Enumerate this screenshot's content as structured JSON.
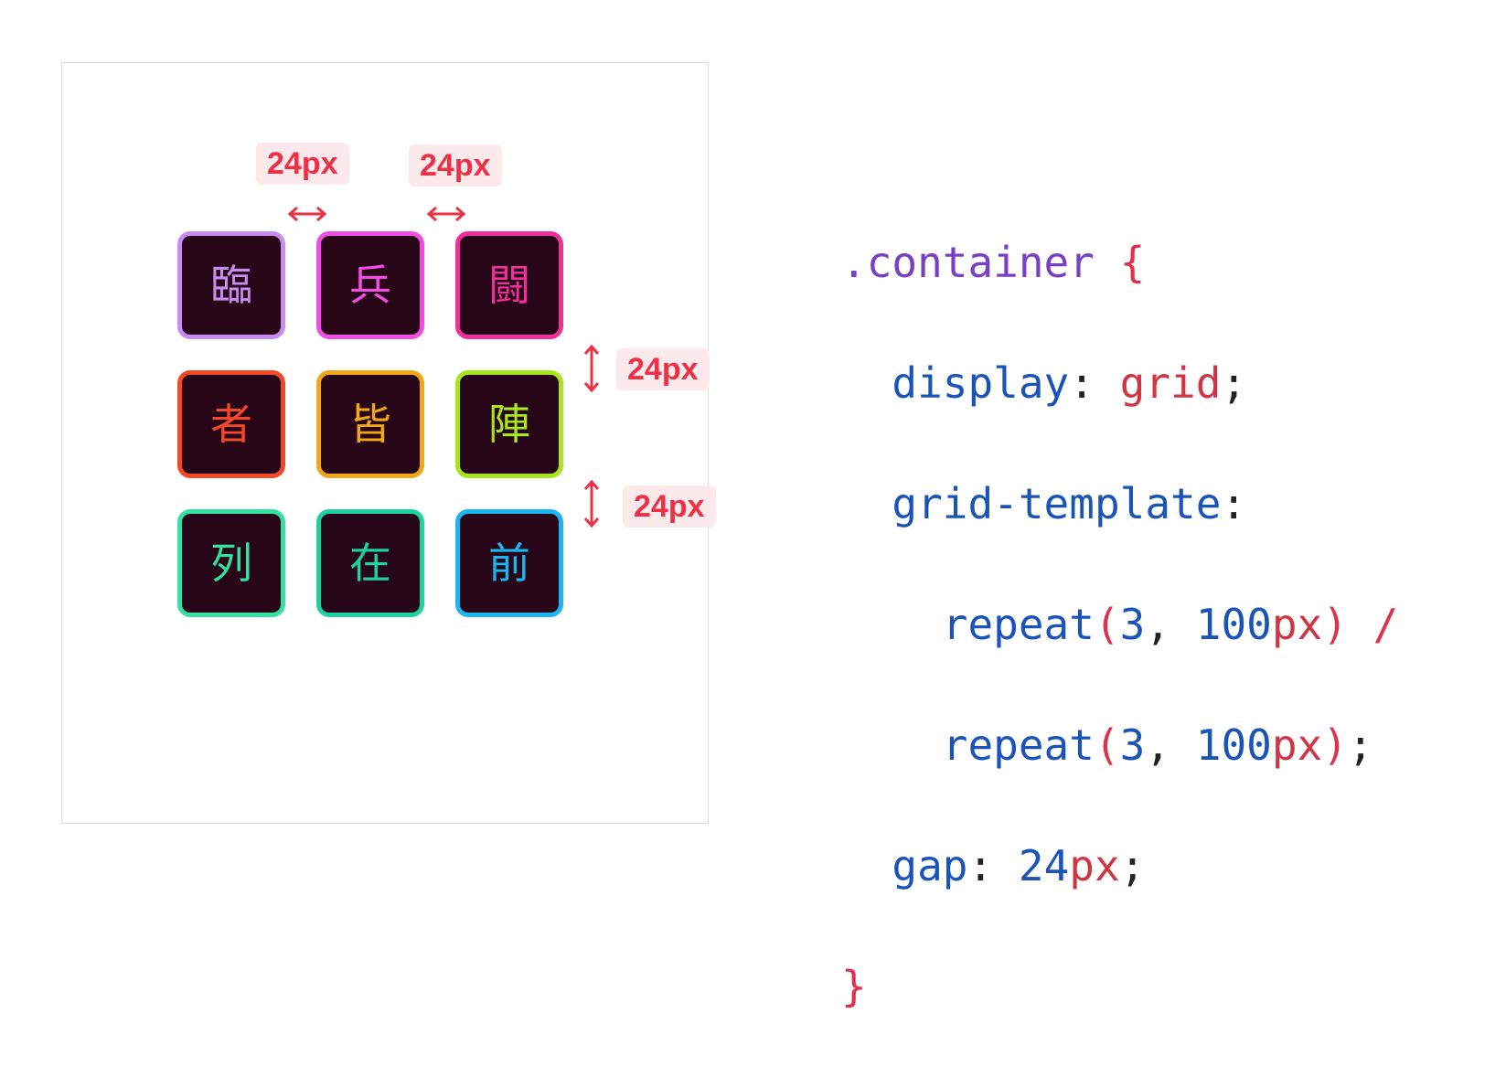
{
  "diagram": {
    "tiles": [
      {
        "glyph": "臨",
        "color": "#c88cf0"
      },
      {
        "glyph": "兵",
        "color": "#f04ee0"
      },
      {
        "glyph": "闘",
        "color": "#f0309a"
      },
      {
        "glyph": "者",
        "color": "#f2482a"
      },
      {
        "glyph": "皆",
        "color": "#f0a818"
      },
      {
        "glyph": "陣",
        "color": "#a8e61c"
      },
      {
        "glyph": "列",
        "color": "#34e2a0"
      },
      {
        "glyph": "在",
        "color": "#1ed2a0"
      },
      {
        "glyph": "前",
        "color": "#1ab6f0"
      }
    ],
    "column_gap_labels": [
      "24px",
      "24px"
    ],
    "row_gap_labels": [
      "24px",
      "24px"
    ]
  },
  "code": {
    "selector": ".container",
    "open_brace": "{",
    "display_prop": "display",
    "display_value": "grid",
    "template_prop": "grid-template",
    "repeat_fn": "repeat",
    "repeat_count": "3",
    "repeat_size_num": "100",
    "repeat_size_unit": "px",
    "slash": "/",
    "gap_prop": "gap",
    "gap_num": "24",
    "gap_unit": "px",
    "close_brace": "}"
  },
  "colors": {
    "tile_bg": "#270618",
    "annotation": "#ed3045",
    "annotation_bg": "#fbe9ec"
  }
}
